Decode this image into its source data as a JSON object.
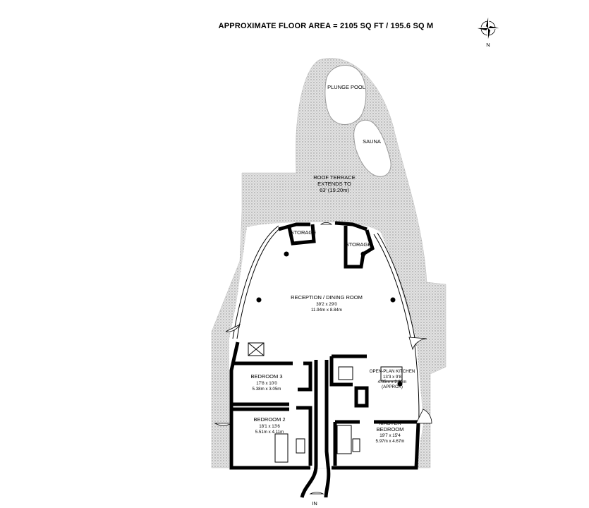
{
  "header": {
    "title": "APPROXIMATE FLOOR AREA = 2105 SQ FT / 195.6 SQ M"
  },
  "compass": {
    "label": "N"
  },
  "rooms": {
    "plunge_pool": {
      "name": "PLUNGE POOL"
    },
    "sauna": {
      "name": "SAUNA"
    },
    "roof_terrace": {
      "name": "ROOF TERRACE",
      "line2": "EXTENDS TO",
      "line3": "63' (19.20m)"
    },
    "storage_left": {
      "name": "STORAGE"
    },
    "storage_right": {
      "name": "STORAGE"
    },
    "reception": {
      "name": "RECEPTION / DINING ROOM",
      "imperial": "39'2 x 29'0",
      "metric": "11.94m x 8.84m"
    },
    "kitchen": {
      "name": "OPEN-PLAN KITCHEN",
      "imperial": "13'3 x 9'8",
      "metric": "4.05m x 2.95m",
      "note": "(APPROX)"
    },
    "bedroom3": {
      "name": "BEDROOM 3",
      "imperial": "17'8 x 10'0",
      "metric": "5.38m x 3.05m"
    },
    "bedroom2": {
      "name": "BEDROOM 2",
      "imperial": "18'1 x 13'6",
      "metric": "5.51m x 4.11m"
    },
    "master": {
      "name": "MASTER",
      "line2": "BEDROOM",
      "imperial": "19'7 x 15'4",
      "metric": "5.97m x 4.67m"
    }
  },
  "entrance": {
    "label": "IN"
  },
  "colors": {
    "terrace": "#d9d9d9",
    "wall": "#000000",
    "floor": "#ffffff"
  }
}
